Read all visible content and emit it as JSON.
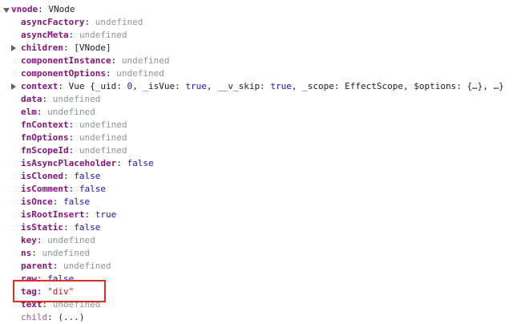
{
  "root": {
    "key": "vnode",
    "value": "VNode"
  },
  "props": {
    "asyncFactory": {
      "key": "asyncFactory",
      "value": "undefined"
    },
    "asyncMeta": {
      "key": "asyncMeta",
      "value": "undefined"
    },
    "children": {
      "key": "children",
      "value": "[VNode]"
    },
    "componentInstance": {
      "key": "componentInstance",
      "value": "undefined"
    },
    "componentOptions": {
      "key": "componentOptions",
      "value": "undefined"
    },
    "context": {
      "key": "context",
      "type": "Vue",
      "open": "{",
      "uid_key": "_uid",
      "uid_val": "0",
      "isVue_key": "_isVue",
      "isVue_val": "true",
      "vskip_key": "__v_skip",
      "vskip_val": "true",
      "scope_key": "_scope",
      "scope_val": "EffectScope",
      "options_key": "$options",
      "options_val": "{…}",
      "more": "…}"
    },
    "data": {
      "key": "data",
      "value": "undefined"
    },
    "elm": {
      "key": "elm",
      "value": "undefined"
    },
    "fnContext": {
      "key": "fnContext",
      "value": "undefined"
    },
    "fnOptions": {
      "key": "fnOptions",
      "value": "undefined"
    },
    "fnScopeId": {
      "key": "fnScopeId",
      "value": "undefined"
    },
    "isAsyncPlaceholder": {
      "key": "isAsyncPlaceholder",
      "value": "false"
    },
    "isCloned": {
      "key": "isCloned",
      "value": "false"
    },
    "isComment": {
      "key": "isComment",
      "value": "false"
    },
    "isOnce": {
      "key": "isOnce",
      "value": "false"
    },
    "isRootInsert": {
      "key": "isRootInsert",
      "value": "true"
    },
    "isStatic": {
      "key": "isStatic",
      "value": "false"
    },
    "key": {
      "key": "key",
      "value": "undefined"
    },
    "ns": {
      "key": "ns",
      "value": "undefined"
    },
    "parent": {
      "key": "parent",
      "value": "undefined"
    },
    "raw": {
      "key": "raw",
      "value": "false"
    },
    "tag": {
      "key": "tag",
      "value": "\"div\""
    },
    "text": {
      "key": "text",
      "value": "undefined"
    },
    "child": {
      "key": "child",
      "value": "(...)"
    }
  },
  "colors": {
    "highlight": "#d93025",
    "key": "#881280",
    "undefined": "#8f9398",
    "boolean": "#1a1aa6",
    "string": "#c41a16"
  },
  "icons": {
    "expanded": "triangle-down-icon",
    "collapsed": "triangle-right-icon"
  }
}
